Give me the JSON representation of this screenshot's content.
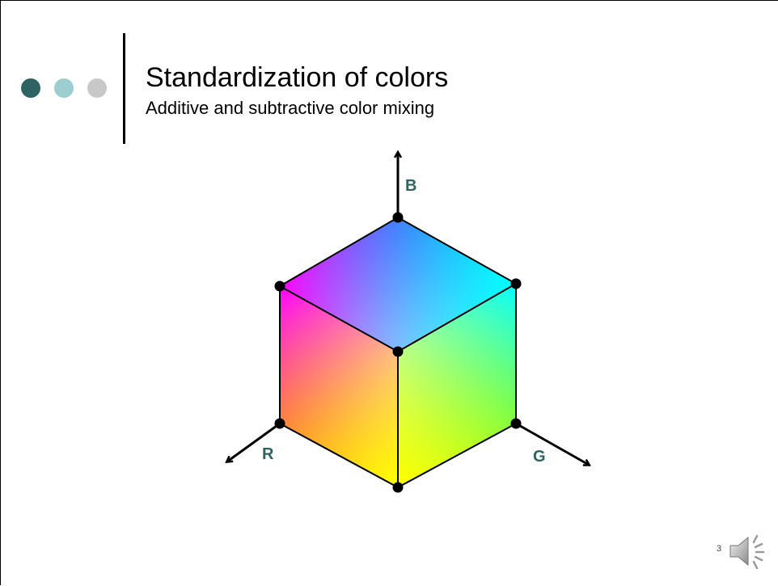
{
  "slide": {
    "title": "Standardization of colors",
    "subtitle": "Additive and subtractive color mixing",
    "page_number": "3"
  },
  "decor": {
    "dot_colors": [
      "#2f6262",
      "#9ccdd0",
      "#c8c8c8"
    ]
  },
  "diagram": {
    "axes": [
      {
        "key": "blue",
        "label": "B"
      },
      {
        "key": "red",
        "label": "R"
      },
      {
        "key": "green",
        "label": "G"
      }
    ],
    "label_color": "#2f6262",
    "corner_colors": {
      "black": "#000000",
      "red": "#ff0000",
      "green": "#00ff00",
      "blue": "#0000ff",
      "yellow": "#ffff00",
      "magenta": "#ff00ff",
      "cyan": "#00ffff",
      "white": "#ffffff"
    }
  },
  "icons": {
    "speaker": "speaker-icon"
  }
}
